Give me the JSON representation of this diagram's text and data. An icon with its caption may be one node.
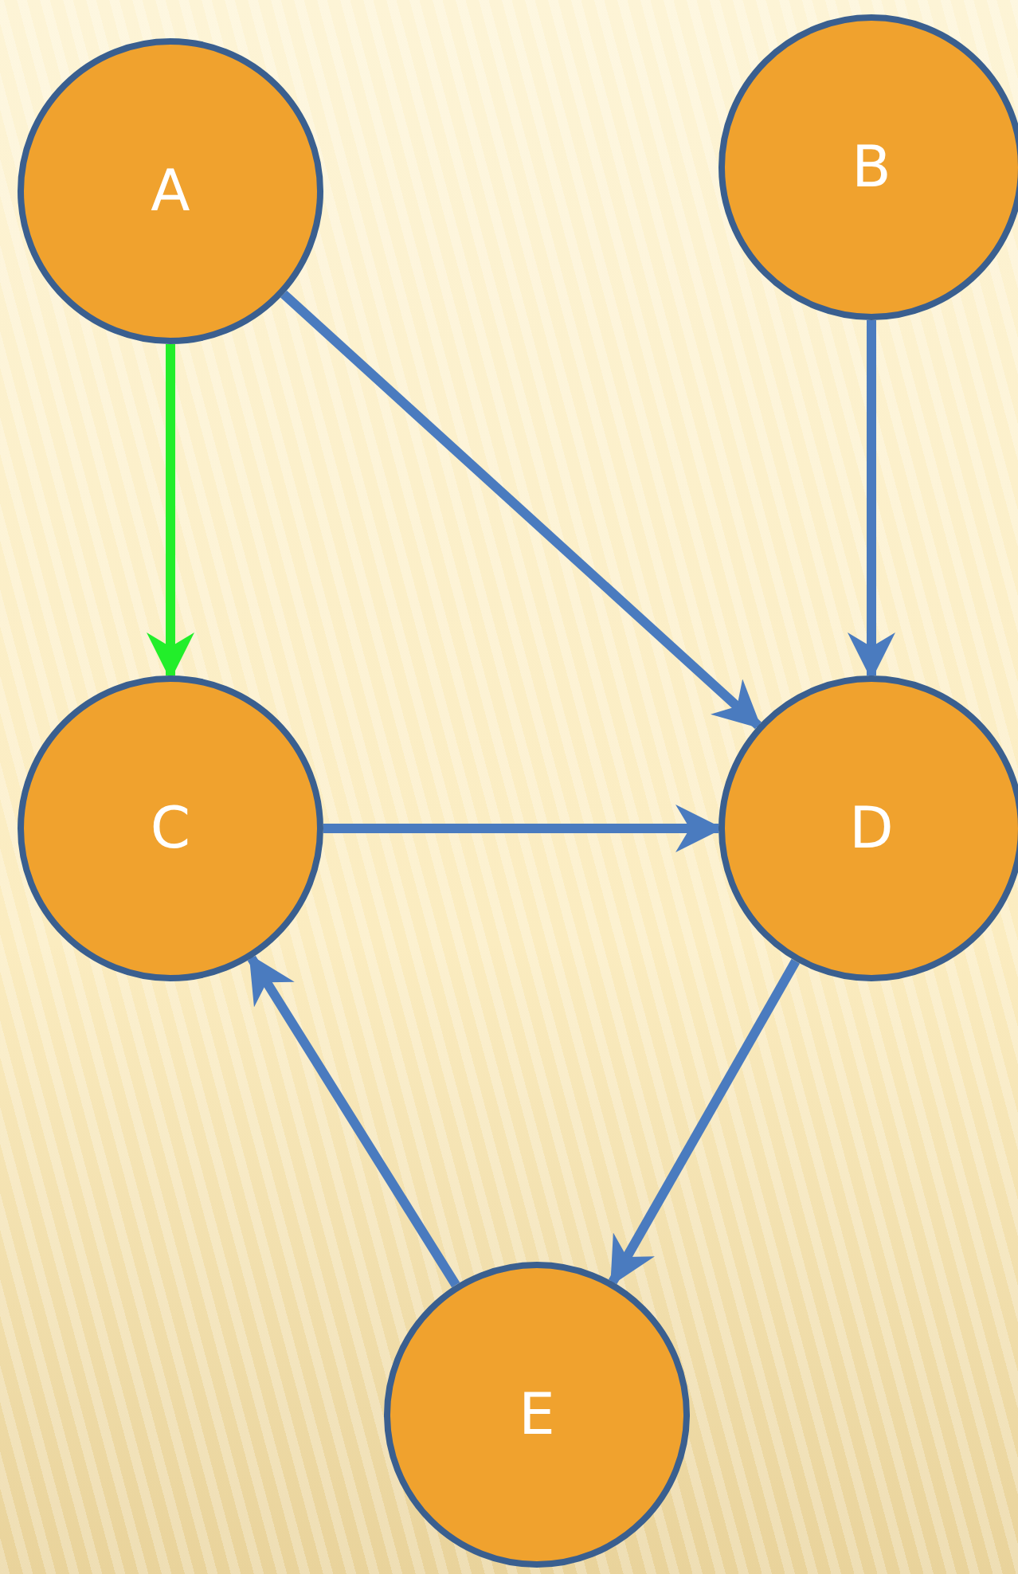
{
  "diagram": {
    "nodes": [
      {
        "text": [
          "A"
        ]
      },
      {
        "text": [
          "B"
        ]
      },
      {
        "text": [
          "C"
        ]
      },
      {
        "text": [
          "D"
        ]
      },
      {
        "text": [
          "E"
        ]
      }
    ],
    "edges": [
      {
        "from": 0,
        "to": 2,
        "arrow": "to",
        "color": "#22ee2a"
      },
      {
        "from": 0,
        "to": 3,
        "arrow": "to"
      },
      {
        "from": 1,
        "to": 3,
        "arrow": "to"
      },
      {
        "from": 2,
        "to": 3,
        "arrow": "to"
      },
      {
        "from": 3,
        "to": 4,
        "arrow": "to"
      },
      {
        "from": 4,
        "to": 2,
        "arrow": "to"
      }
    ]
  }
}
